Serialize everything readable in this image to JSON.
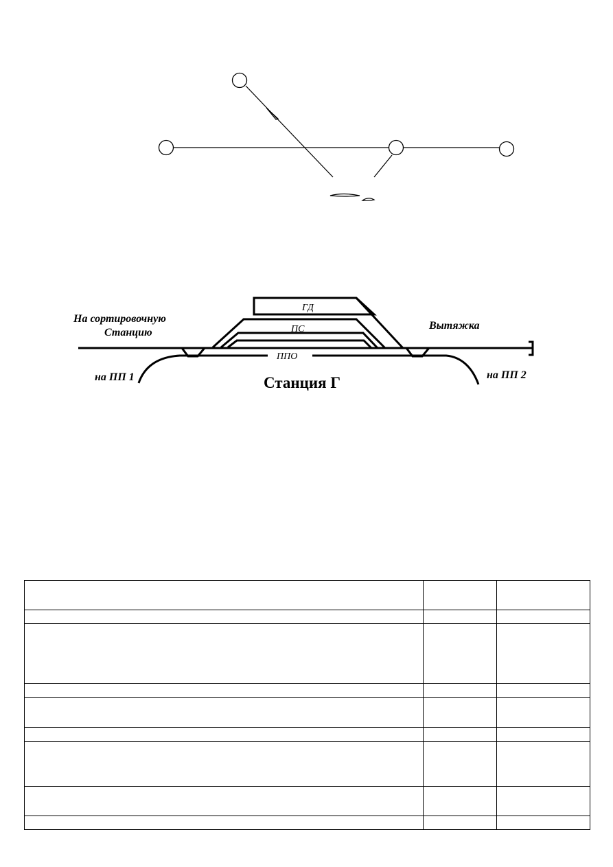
{
  "station_diagram": {
    "title": "Станция Г",
    "left_label_line1": "На сортировочную",
    "left_label_line2": "Станцию",
    "right_label": "Вытяжка",
    "left_branch_label": "на ПП 1",
    "right_branch_label": "на ПП 2",
    "track_gd": "ГД",
    "track_ps": "ПС",
    "track_ppo": "ППО"
  },
  "table": {
    "rows": [
      [
        "",
        "",
        ""
      ],
      [
        "",
        "",
        ""
      ],
      [
        "",
        "",
        ""
      ],
      [
        "",
        "",
        ""
      ],
      [
        "",
        "",
        ""
      ],
      [
        "",
        "",
        ""
      ],
      [
        "",
        "",
        ""
      ],
      [
        "",
        "",
        ""
      ],
      [
        "",
        "",
        ""
      ]
    ]
  }
}
